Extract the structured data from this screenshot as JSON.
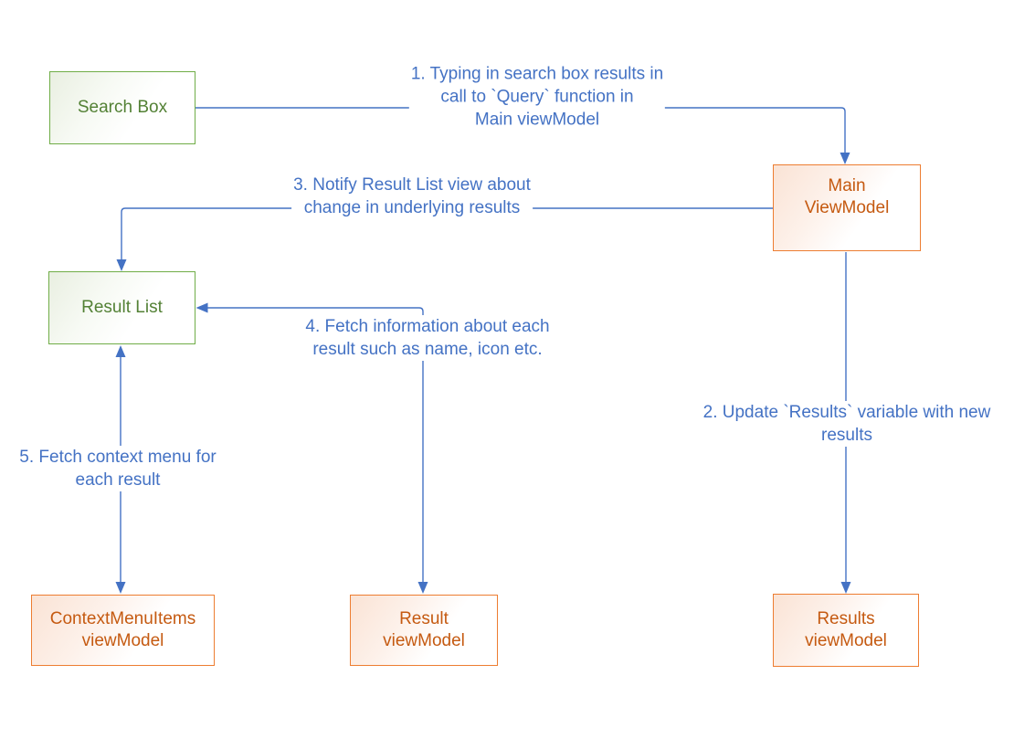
{
  "colors": {
    "blue": "#4472C4",
    "green_border": "#70AD47",
    "green_text": "#538135",
    "orange_border": "#ED7D31",
    "orange_text": "#C55A11"
  },
  "boxes": {
    "search_box": {
      "label": "Search Box"
    },
    "main_viewmodel": {
      "lines": [
        "Main",
        "ViewModel"
      ]
    },
    "result_list": {
      "label": "Result List"
    },
    "contextmenuitems_viewmodel": {
      "lines": [
        "ContextMenuItems",
        "viewModel"
      ]
    },
    "result_viewmodel": {
      "lines": [
        "Result",
        "viewModel"
      ]
    },
    "results_viewmodel": {
      "lines": [
        "Results",
        "viewModel"
      ]
    }
  },
  "annotations": {
    "step1": {
      "lines": [
        "1. Typing in search box results in",
        "call to `Query` function in",
        "Main viewModel"
      ]
    },
    "step2": {
      "lines": [
        "2. Update `Results` variable with new",
        "results"
      ]
    },
    "step3": {
      "lines": [
        "3. Notify Result List view about",
        "change in underlying results"
      ]
    },
    "step4": {
      "lines": [
        "4. Fetch information about each",
        "result such as name, icon etc."
      ]
    },
    "step5": {
      "lines": [
        "5. Fetch context menu for",
        "each result"
      ]
    }
  }
}
